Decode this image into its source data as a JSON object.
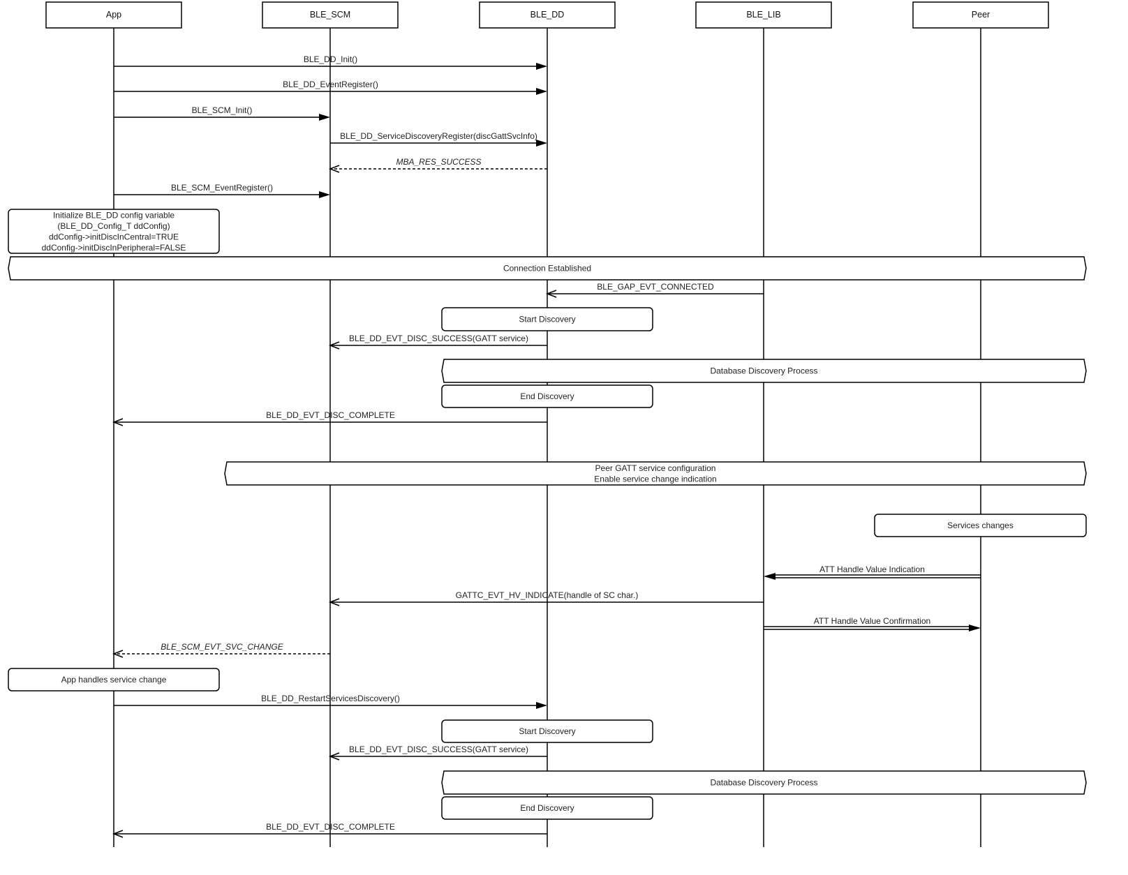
{
  "participants": [
    {
      "id": "app",
      "label": "App"
    },
    {
      "id": "scm",
      "label": "BLE_SCM"
    },
    {
      "id": "dd",
      "label": "BLE_DD"
    },
    {
      "id": "lib",
      "label": "BLE_LIB"
    },
    {
      "id": "peer",
      "label": "Peer"
    }
  ],
  "events": [
    {
      "kind": "message",
      "from": "app",
      "to": "dd",
      "style": "sync",
      "label": "BLE_DD_Init()"
    },
    {
      "kind": "message",
      "from": "app",
      "to": "dd",
      "style": "sync",
      "label": "BLE_DD_EventRegister()"
    },
    {
      "kind": "message",
      "from": "app",
      "to": "scm",
      "style": "sync",
      "label": "BLE_SCM_Init()"
    },
    {
      "kind": "message",
      "from": "scm",
      "to": "dd",
      "style": "sync",
      "label": "BLE_DD_ServiceDiscoveryRegister(discGattSvcInfo)"
    },
    {
      "kind": "message",
      "from": "dd",
      "to": "scm",
      "style": "return",
      "label": "MBA_RES_SUCCESS"
    },
    {
      "kind": "message",
      "from": "app",
      "to": "scm",
      "style": "sync",
      "label": "BLE_SCM_EventRegister()"
    },
    {
      "kind": "note",
      "lines": [
        "Initialize BLE_DD config variable",
        "(BLE_DD_Config_T ddConfig)",
        "ddConfig->initDiscInCentral=TRUE",
        "ddConfig->initDiscInPeripheral=FALSE"
      ]
    },
    {
      "kind": "fragment",
      "lines": [
        "Connection Established"
      ]
    },
    {
      "kind": "message",
      "from": "lib",
      "to": "dd",
      "style": "async",
      "label": "BLE_GAP_EVT_CONNECTED"
    },
    {
      "kind": "note",
      "lines": [
        "Start Discovery"
      ]
    },
    {
      "kind": "message",
      "from": "dd",
      "to": "scm",
      "style": "async",
      "label": "BLE_DD_EVT_DISC_SUCCESS(GATT service)"
    },
    {
      "kind": "fragment",
      "lines": [
        "Database Discovery Process"
      ]
    },
    {
      "kind": "note",
      "lines": [
        "End Discovery"
      ]
    },
    {
      "kind": "message",
      "from": "dd",
      "to": "app",
      "style": "async",
      "label": "BLE_DD_EVT_DISC_COMPLETE"
    },
    {
      "kind": "fragment",
      "lines": [
        "Peer GATT service configuration",
        "Enable service change indication"
      ]
    },
    {
      "kind": "note",
      "lines": [
        "Services changes"
      ]
    },
    {
      "kind": "message",
      "from": "peer",
      "to": "lib",
      "style": "double",
      "label": "ATT Handle Value Indication"
    },
    {
      "kind": "message",
      "from": "lib",
      "to": "scm",
      "style": "async",
      "label": "GATTC_EVT_HV_INDICATE(handle of SC char.)"
    },
    {
      "kind": "message",
      "from": "lib",
      "to": "peer",
      "style": "double",
      "label": "ATT Handle Value Confirmation"
    },
    {
      "kind": "message",
      "from": "scm",
      "to": "app",
      "style": "return",
      "label": "BLE_SCM_EVT_SVC_CHANGE"
    },
    {
      "kind": "note",
      "lines": [
        "App handles service change"
      ]
    },
    {
      "kind": "message",
      "from": "app",
      "to": "dd",
      "style": "sync",
      "label": "BLE_DD_RestartServicesDiscovery()"
    },
    {
      "kind": "note",
      "lines": [
        "Start Discovery"
      ]
    },
    {
      "kind": "message",
      "from": "dd",
      "to": "scm",
      "style": "async",
      "label": "BLE_DD_EVT_DISC_SUCCESS(GATT service)"
    },
    {
      "kind": "fragment",
      "lines": [
        "Database Discovery Process"
      ]
    },
    {
      "kind": "note",
      "lines": [
        "End Discovery"
      ]
    },
    {
      "kind": "message",
      "from": "dd",
      "to": "app",
      "style": "async",
      "label": "BLE_DD_EVT_DISC_COMPLETE"
    }
  ]
}
